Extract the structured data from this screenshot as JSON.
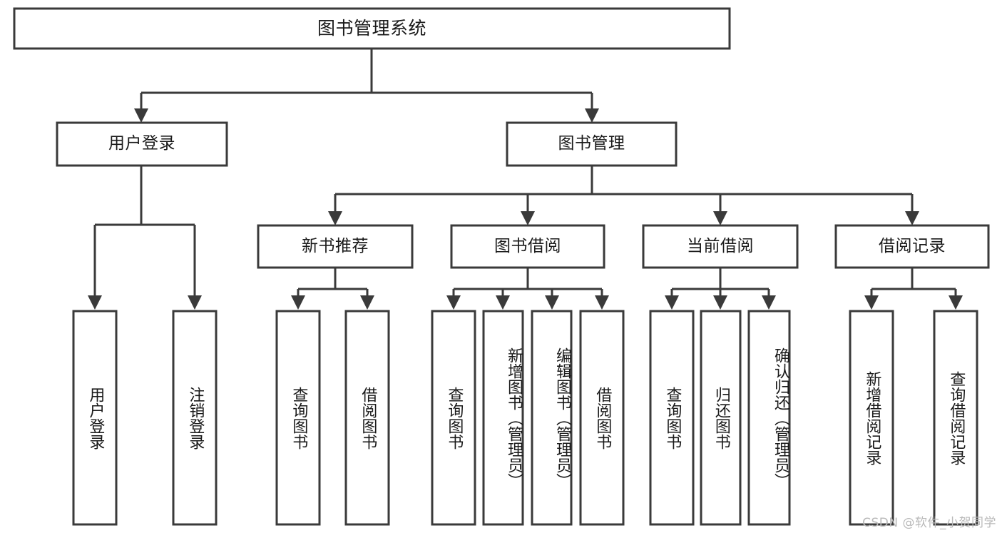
{
  "diagram": {
    "title_node": {
      "label": "图书管理系统"
    },
    "level1": [
      {
        "label": "用户登录"
      },
      {
        "label": "图书管理"
      }
    ],
    "level2": [
      {
        "label": "新书推荐"
      },
      {
        "label": "图书借阅"
      },
      {
        "label": "当前借阅"
      },
      {
        "label": "借阅记录"
      }
    ],
    "leaves": {
      "user_login": [
        {
          "label": "用户登录"
        },
        {
          "label": "注销登录"
        }
      ],
      "new_book_recommend": [
        {
          "label": "查询图书"
        },
        {
          "label": "借阅图书"
        }
      ],
      "book_borrow": [
        {
          "label": "查询图书"
        },
        {
          "label": "新增图书（管理员）"
        },
        {
          "label": "编辑图书（管理员）"
        },
        {
          "label": "借阅图书"
        }
      ],
      "current_borrow": [
        {
          "label": "查询图书"
        },
        {
          "label": "归还图书"
        },
        {
          "label": "确认归还（管理员）"
        }
      ],
      "borrow_record": [
        {
          "label": "新增借阅记录"
        },
        {
          "label": "查询借阅记录"
        }
      ]
    }
  },
  "watermark": {
    "text": "CSDN @软件_小贺同学"
  },
  "colors": {
    "stroke": "#3a3a3a",
    "box_fill": "#ffffff",
    "text": "#1a1a1a",
    "watermark": "#b9b9b9",
    "background": "#ffffff"
  }
}
